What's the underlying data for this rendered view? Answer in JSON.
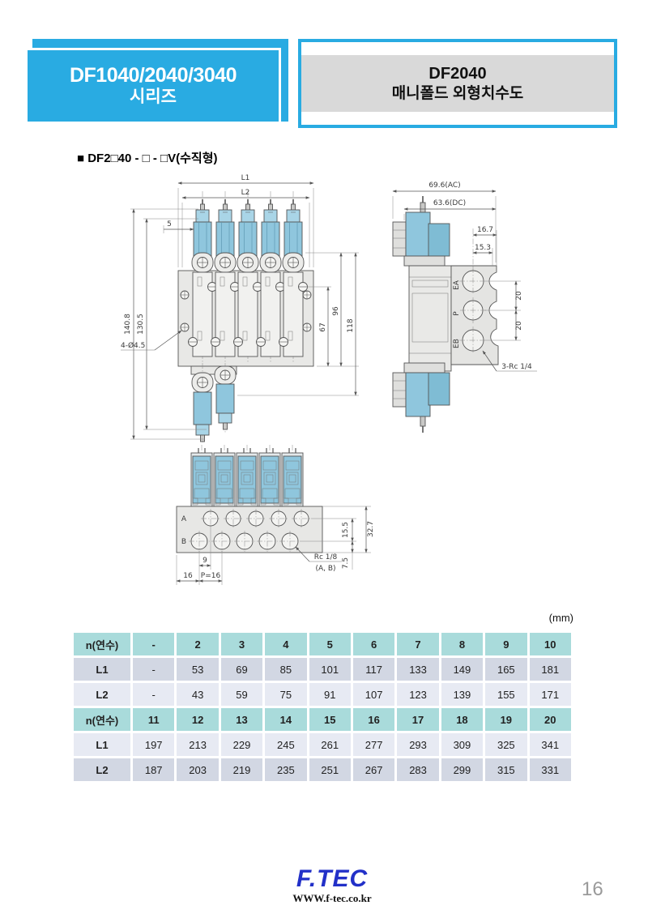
{
  "header": {
    "series_box": {
      "line1": "DF1040/2040/3040",
      "line2": "시리즈"
    },
    "model_box": {
      "line1": "DF2040",
      "line2": "매니폴드 외형치수도"
    },
    "accent_color": "#29ABE2"
  },
  "section": {
    "heading": "■ DF2□40 - □ - □V(수직형)"
  },
  "drawings": {
    "front": {
      "l1": "L1",
      "l2": "L2",
      "offset5": "5",
      "h140": "140.8",
      "h130": "130.5",
      "holes": "4-Ø4.5",
      "h67": "67",
      "h96": "96",
      "h118": "118"
    },
    "side": {
      "ac": "69.6(AC)",
      "dc": "63.6(DC)",
      "w167": "16.7",
      "w153": "15.3",
      "p20a": "20",
      "p20b": "20",
      "ea": "EA",
      "p": "P",
      "eb": "EB",
      "note": "3-Rc 1/4"
    },
    "bottom": {
      "a": "A",
      "b": "B",
      "d9": "9",
      "d16": "16",
      "p16": "P=16",
      "d155": "15.5",
      "d327": "32.7",
      "d75": "7.5",
      "note1": "Rc 1/8",
      "note2": "(A, B)"
    },
    "valve_color": "#8FC6DD"
  },
  "table": {
    "unit": "(mm)",
    "rows": [
      {
        "label": "n(연수)",
        "shade": "teal",
        "values": [
          "-",
          "2",
          "3",
          "4",
          "5",
          "6",
          "7",
          "8",
          "9",
          "10"
        ]
      },
      {
        "label": "L1",
        "shade": "dark",
        "values": [
          "-",
          "53",
          "69",
          "85",
          "101",
          "117",
          "133",
          "149",
          "165",
          "181"
        ]
      },
      {
        "label": "L2",
        "shade": "light",
        "values": [
          "-",
          "43",
          "59",
          "75",
          "91",
          "107",
          "123",
          "139",
          "155",
          "171"
        ]
      },
      {
        "label": "n(연수)",
        "shade": "teal",
        "values": [
          "11",
          "12",
          "13",
          "14",
          "15",
          "16",
          "17",
          "18",
          "19",
          "20"
        ]
      },
      {
        "label": "L1",
        "shade": "light",
        "values": [
          "197",
          "213",
          "229",
          "245",
          "261",
          "277",
          "293",
          "309",
          "325",
          "341"
        ]
      },
      {
        "label": "L2",
        "shade": "dark",
        "values": [
          "187",
          "203",
          "219",
          "235",
          "251",
          "267",
          "283",
          "299",
          "315",
          "331"
        ]
      }
    ]
  },
  "footer": {
    "logo": "F.TEC",
    "url": "WWW.f-tec.co.kr",
    "page": "16"
  }
}
